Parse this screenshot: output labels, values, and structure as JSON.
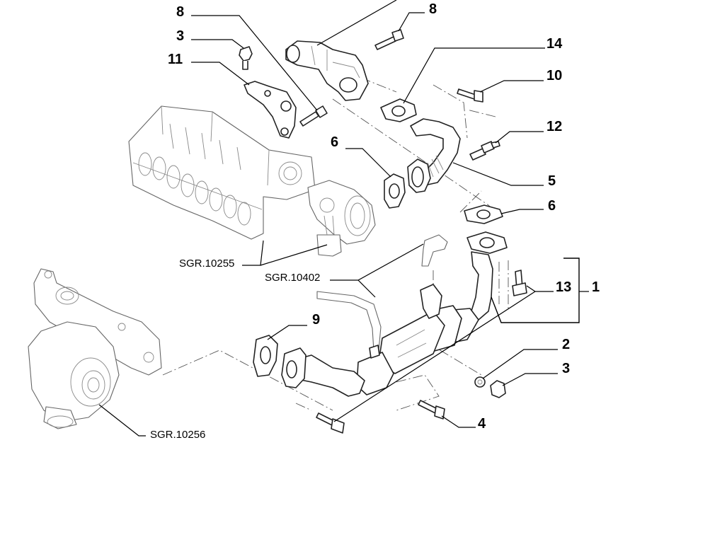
{
  "callouts": {
    "c8a": "8",
    "c3a": "3",
    "c11": "11",
    "c8b": "8",
    "c14": "14",
    "c10": "10",
    "c12": "12",
    "c6a": "6",
    "c5": "5",
    "c6b": "6",
    "c13": "13",
    "c1": "1",
    "c9": "9",
    "c2": "2",
    "c3b": "3",
    "c4": "4"
  },
  "references": {
    "r10255": "SGR.10255",
    "r10402": "SGR.10402",
    "r10256": "SGR.10256"
  },
  "colors": {
    "line": "#000000",
    "part_stroke": "#222222",
    "ghost_stroke": "#666666",
    "background": "#ffffff"
  }
}
